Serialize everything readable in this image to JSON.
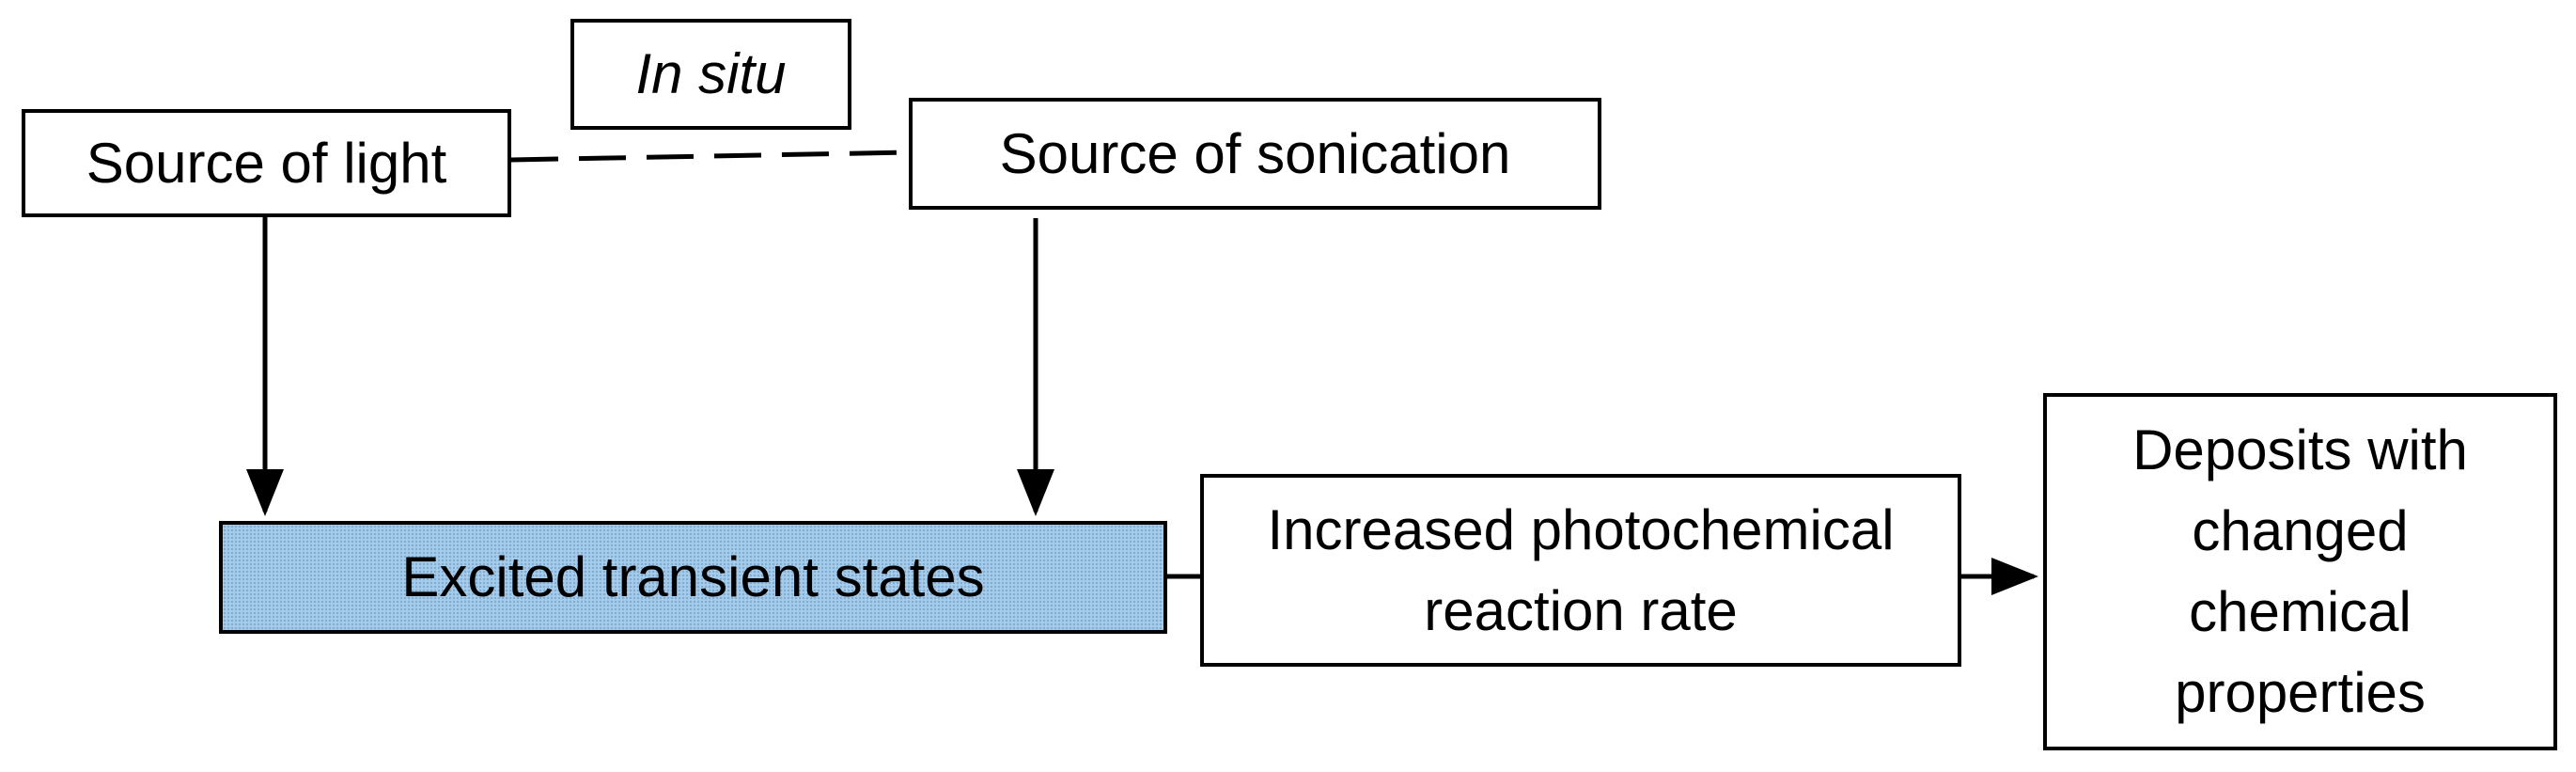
{
  "nodes": {
    "source_of_light": "Source of light",
    "in_situ": "In situ",
    "source_of_sonication": "Source of sonication",
    "excited_transient_states": "Excited transient states",
    "increased_rate": [
      "Increased photochemical",
      "reaction rate"
    ],
    "deposits": [
      "Deposits with",
      "changed",
      "chemical",
      "properties"
    ]
  },
  "colors": {
    "excited_fill": "#a7cdec",
    "stroke": "#000000"
  }
}
